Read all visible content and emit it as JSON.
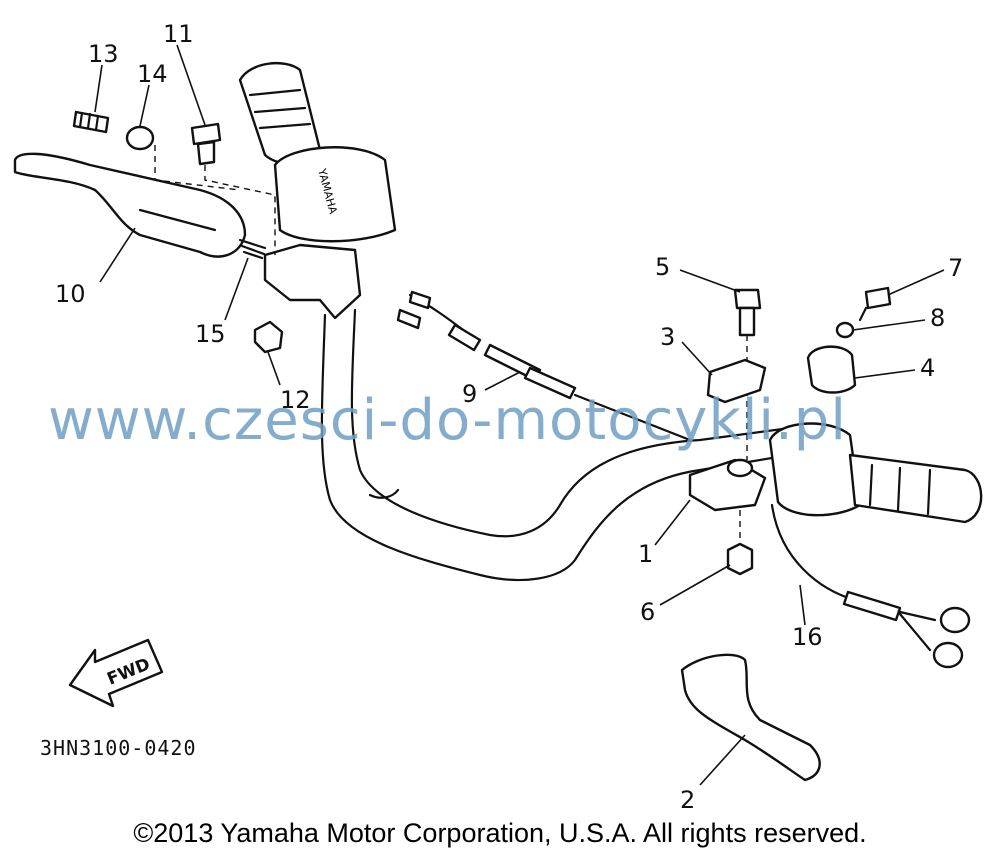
{
  "watermark": "www.czesci-do-motocykli.pl",
  "diagram_code": "3HN3100-0420",
  "fwd_label": "FWD",
  "copyright": "©2013 Yamaha Motor Corporation, U.S.A. All rights reserved.",
  "grip_text": "YAMAHA",
  "callouts": [
    {
      "id": "1",
      "label": "1"
    },
    {
      "id": "2",
      "label": "2"
    },
    {
      "id": "3",
      "label": "3"
    },
    {
      "id": "4",
      "label": "4"
    },
    {
      "id": "5",
      "label": "5"
    },
    {
      "id": "6",
      "label": "6"
    },
    {
      "id": "7",
      "label": "7"
    },
    {
      "id": "8",
      "label": "8"
    },
    {
      "id": "9",
      "label": "9"
    },
    {
      "id": "10",
      "label": "10"
    },
    {
      "id": "11",
      "label": "11"
    },
    {
      "id": "12",
      "label": "12"
    },
    {
      "id": "13",
      "label": "13"
    },
    {
      "id": "14",
      "label": "14"
    },
    {
      "id": "15",
      "label": "15"
    },
    {
      "id": "16",
      "label": "16"
    }
  ]
}
